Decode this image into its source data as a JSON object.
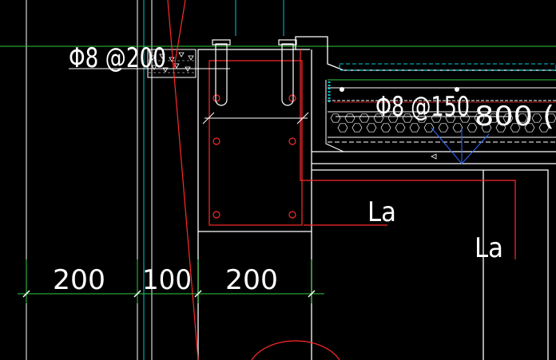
{
  "drawing": {
    "background_color": "#000000",
    "colors": {
      "white": "#ffffff",
      "red": "#ff2a2a",
      "green": "#2ecc40",
      "cyan": "#00c8d8",
      "blue": "#2f6bff",
      "gray": "#8a8a8a"
    },
    "annotations": {
      "rebar_top_left": "Φ8 @200",
      "rebar_slab": "Φ8 @150",
      "slab_size": "800 (",
      "anchor_beam": "La",
      "anchor_wall": "La"
    },
    "dimensions": [
      "200",
      "100",
      "200"
    ]
  }
}
